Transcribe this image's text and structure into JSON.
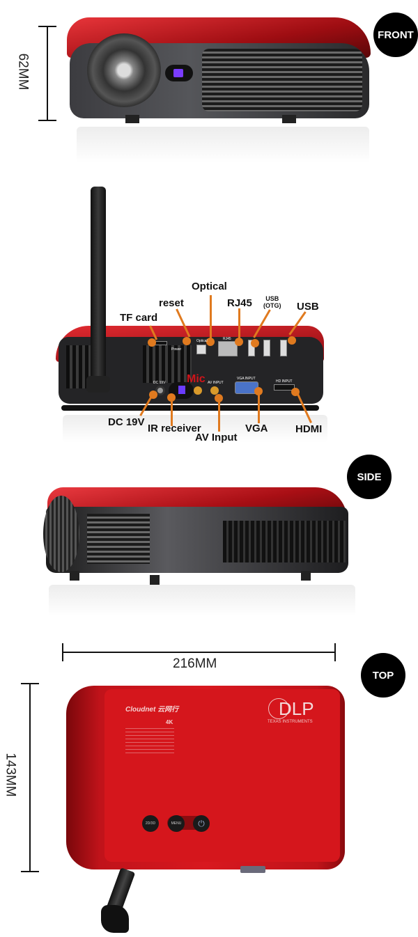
{
  "views": {
    "front": {
      "badge": "FRONT",
      "dimension": "62MM"
    },
    "rear": {
      "callouts": {
        "optical": "Optical",
        "reset": "reset",
        "rj45": "RJ45",
        "usb_otg": "USB\n(OTG)",
        "usb": "USB",
        "tf_card": "TF card",
        "mic": "Mic",
        "dc": "DC 19V",
        "ir": "IR receiver",
        "av": "AV Input",
        "vga": "VGA",
        "hdmi": "HDMI"
      },
      "panel_labels": {
        "optical": "Optical",
        "rj45": "RJ45",
        "dc": "DC 19V",
        "av": "AV INPUT",
        "vga": "VGA INPUT",
        "hdmi": "HD INPUT",
        "power": "Power"
      }
    },
    "side": {
      "badge": "SIDE"
    },
    "top": {
      "badge": "TOP",
      "width_dimension": "216MM",
      "depth_dimension": "143MM",
      "brand": "Cloudnet 云网行",
      "spec_4k": "4K",
      "dlp": "DLP",
      "dlp_sub": "TEXAS INSTRUMENTS",
      "buttons": [
        "2D/3D",
        "MENU",
        "⏻"
      ]
    }
  },
  "colors": {
    "body_red": "#c8151b",
    "body_dark": "#2a2a2c",
    "callout": "#e07a1f",
    "badge": "#000000"
  }
}
